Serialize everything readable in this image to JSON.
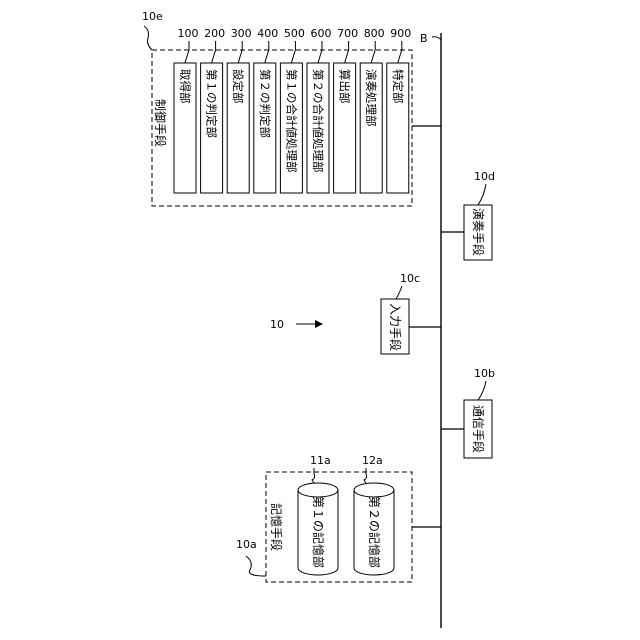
{
  "figure": {
    "system_ref": "10",
    "bus_label": "B"
  },
  "control": {
    "ref": "10e",
    "title": "制御手段",
    "units": [
      {
        "ref": "100",
        "label": "取得部"
      },
      {
        "ref": "200",
        "label": "第１の判定部"
      },
      {
        "ref": "300",
        "label": "設定部"
      },
      {
        "ref": "400",
        "label": "第２の判定部"
      },
      {
        "ref": "500",
        "label": "第１の合計値処理部"
      },
      {
        "ref": "600",
        "label": "第２の合計値処理部"
      },
      {
        "ref": "700",
        "label": "算出部"
      },
      {
        "ref": "800",
        "label": "演奏処理部"
      },
      {
        "ref": "900",
        "label": "特定部"
      }
    ]
  },
  "performance": {
    "ref": "10d",
    "label": "演奏手段"
  },
  "input": {
    "ref": "10c",
    "label": "入力手段"
  },
  "communication": {
    "ref": "10b",
    "label": "通信手段"
  },
  "storage": {
    "ref": "10a",
    "title": "記憶手段",
    "units": [
      {
        "ref": "11a",
        "label": "第１の記憶部"
      },
      {
        "ref": "12a",
        "label": "第２の記憶部"
      }
    ]
  }
}
